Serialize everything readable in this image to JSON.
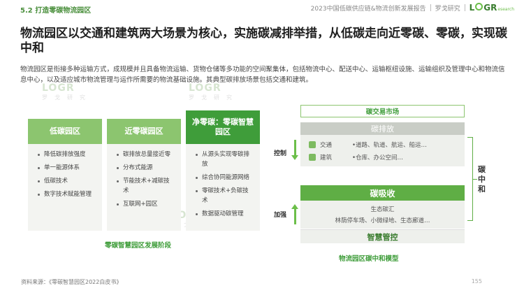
{
  "header": {
    "section": "5.2 打造零碳物流园区",
    "report_title": "2023中国低碳供应链&物流创新发展报告",
    "brand_cn": "罗戈研究",
    "logo_main": "L  GR",
    "logo_sub": "esearch"
  },
  "title": "物流园区以交通和建筑两大场景为核心，实施碳减排举措，从低碳走向近零碳、零碳，实现碳中和",
  "intro": "物流园区是衔接多种运输方式，成规模并且具备物流运输、货物仓储等多功能的空间聚集体，包括物流中心、配送中心、运输枢纽设施、运输组织及管理中心和物流信息中心，以及适应城市物流管理与运作所需要的物流基础设施。其典型碳排放场景包括交通和建筑。",
  "watermark": {
    "logo": "LOGR",
    "cn": "罗戈研究"
  },
  "stages": [
    {
      "title": "低碳园区",
      "items": [
        "降低碳排放强度",
        "单一能源体系",
        "低碳技术",
        "数字技术赋能管理"
      ]
    },
    {
      "title": "近零碳园区",
      "items": [
        "碳排放总量接近零",
        "分布式能源",
        "节能技术+减碳技术",
        "互联网+园区"
      ]
    },
    {
      "title": "净零碳：零碳智慧园区",
      "items": [
        "从源头实现零碳排放",
        "综合协同能源网络",
        "零碳技术+负碳技术",
        "数据驱动碳管理"
      ]
    }
  ],
  "stages_caption": "零碳智慧园区发展阶段",
  "model": {
    "market": "碳交易市场",
    "emission": "碳排放",
    "control_label": "控制",
    "rows": [
      {
        "label": "交通",
        "value": "•道路、轨道、航运、船运…"
      },
      {
        "label": "建筑",
        "value": "•仓库、办公空间…"
      }
    ],
    "absorb": "碳吸收",
    "absorb_sub1": "生态碳汇",
    "absorb_sub2": "林荫停车场、小微绿地、生态廊道…",
    "strengthen_label": "加强",
    "smart": "智慧管控",
    "neutral": "碳中和",
    "caption": "物流园区碳中和模型"
  },
  "footer": {
    "source": "资料来源：《零碳智慧园区2022白皮书》",
    "page": "155"
  }
}
